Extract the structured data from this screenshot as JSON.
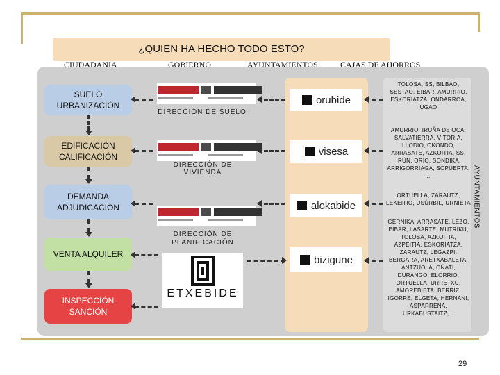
{
  "title": "¿QUIEN HA HECHO TODO ESTO?",
  "column_headers": {
    "ciudadania": "CIUDADANIA",
    "gobierno": "GOBIERNO",
    "ayuntamientos": "AYUNTAMIENTOS",
    "cajas": "CAJAS DE AHORROS"
  },
  "stages": [
    {
      "label": "SUELO URBANIZACIÓN"
    },
    {
      "label": "EDIFICACIÓN CALIFICACIÓN"
    },
    {
      "label": "DEMANDA ADJUDICACIÓN"
    },
    {
      "label": "VENTA ALQUILER"
    },
    {
      "label": "INSPECCIÓN SANCIÓN"
    }
  ],
  "government": {
    "dir_suelo": "DIRECCIÓN DE SUELO",
    "dir_vivienda": "DIRECCIÓN DE VIVIENDA",
    "dir_planificacion": "DIRECCIÓN DE PLANIFICACIÓN",
    "logo_etxebide": "ETXEBIDE"
  },
  "companies": [
    {
      "name": "orubide"
    },
    {
      "name": "visesa"
    },
    {
      "name": "alokabide"
    },
    {
      "name": "bizigune"
    }
  ],
  "municipalities": [
    "TOLOSA, SS, BILBAO, SESTAO, EIBAR, AMURRIO, ESKORIATZA, ONDARROA, UGAO",
    "AMURRIO, IRUÑA DE OCA, SALVATIERRA, VITORIA, LLODIO, OKONDO, ARRASATE, AZKOITIA, SS, IRÚN, ORIO, SONDIKA, ARRIGORRIAGA, SOPUERTA, ..",
    "ORTUELLA, ZARAUTZ, LEKEITIO, USÚRBIL, URNIETA",
    "GERNIKA, ARRASATE, LEZO, EIBAR, LASARTE, MUTRIKU, TOLOSA, AZKOITIA, AZPEITIA, ESKORIATZA, ZARAUTZ, LEGAZPI, BERGARA, ARETXABALETA, ANTZUOLA, OÑATI, DURANGO, ELORRIO, ORTUELLA, URRETXU, AMOREBIETA, BERRIZ, IGORRE, ELGETA, HERNANI, ASPARRENA, URKABUSTAITZ, .."
  ],
  "side_label": "AYUNTAMIENTOS",
  "page_number": "29",
  "colors": {
    "frame": "#c8b46a",
    "title_bg": "#f6dcb8",
    "panel": "#cfcfcf",
    "stage_blue": "#b9cde6",
    "stage_tan": "#d9c9a6",
    "stage_green": "#c2e0a4",
    "stage_red": "#e64444"
  }
}
